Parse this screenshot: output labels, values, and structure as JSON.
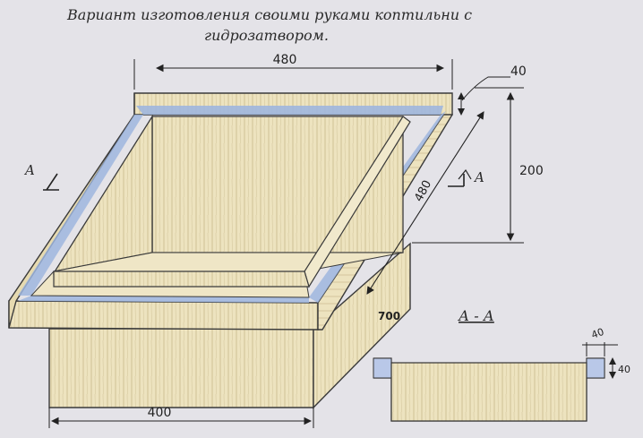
{
  "title": {
    "line1": "Вариант изготовления своими руками коптильни с",
    "line2": "гидрозатвором."
  },
  "dimensions": {
    "top_width": "480",
    "rim_height": "40",
    "depth": "480",
    "height": "200",
    "section_arrow_right": "A",
    "section_arrow_left": "A",
    "diagonal": "700",
    "bottom_width": "400"
  },
  "section": {
    "label": "А - А",
    "rim_width": "40",
    "rim_height": "40"
  },
  "colors": {
    "wood": "#ede3bf",
    "water": "#9fb6de",
    "pencil": "#3a3a3a",
    "paper": "#e4e3e8"
  }
}
